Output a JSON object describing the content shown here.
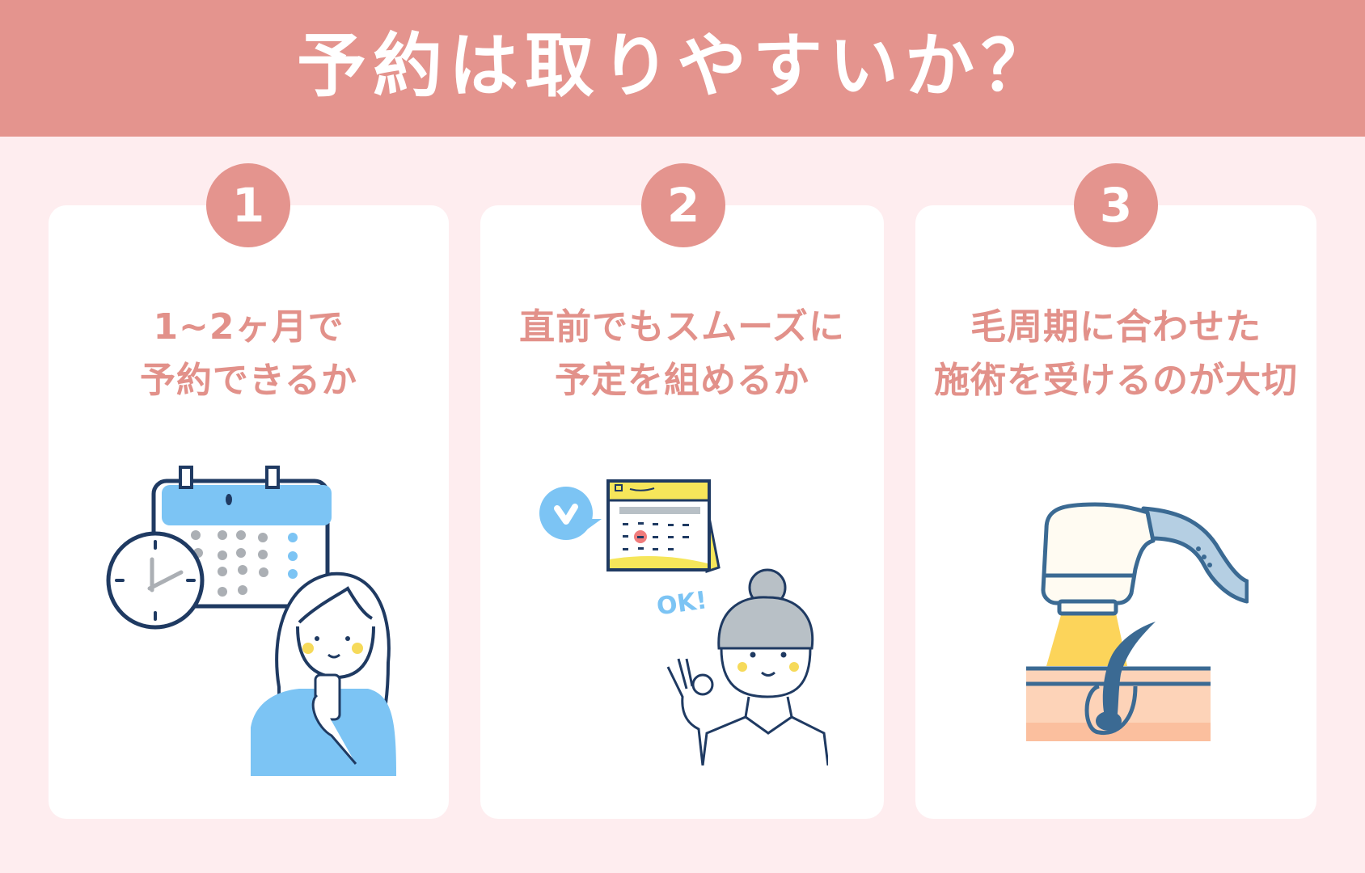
{
  "header": {
    "title": "予約は取りやすいか？",
    "background": "#E4948E",
    "text_color": "#FFFFFF"
  },
  "page": {
    "background": "#FEEDEF",
    "accent": "#E4948E",
    "text_accent": "#E2918A"
  },
  "cards": [
    {
      "number": "1",
      "title_lines": [
        "1~2ヶ月で",
        "予約できるか"
      ],
      "illustration": "woman-with-phone-calendar-clock"
    },
    {
      "number": "2",
      "title_lines": [
        "直前でもスムーズに",
        "予定を組めるか"
      ],
      "illustration": "woman-ok-gesture-desk-calendar",
      "illustration_text": "OK!"
    },
    {
      "number": "3",
      "title_lines": [
        "毛周期に合わせた",
        "施術を受けるのが大切"
      ],
      "illustration": "laser-hair-removal-device-skin"
    }
  ]
}
